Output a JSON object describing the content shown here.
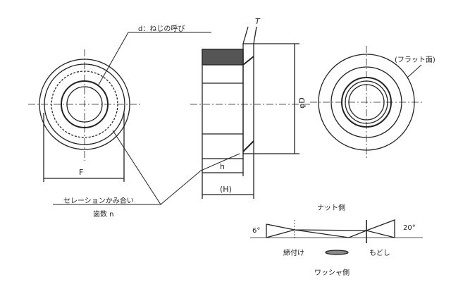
{
  "labels": {
    "thread_size": "d：ねじの呼び",
    "thickness": "T",
    "diameter": "φD",
    "flat_face": "(フラット面)",
    "width_across": "F",
    "hex_height": "h",
    "total_height": "(H)",
    "serration": "セレーションかみ合い",
    "teeth_count": "歯数 n",
    "nut_side": "ナット側",
    "angle_left": "6°",
    "angle_right": "20°",
    "tighten": "締付け",
    "loosen": "もどし",
    "washer_side": "ワッシャ側"
  }
}
